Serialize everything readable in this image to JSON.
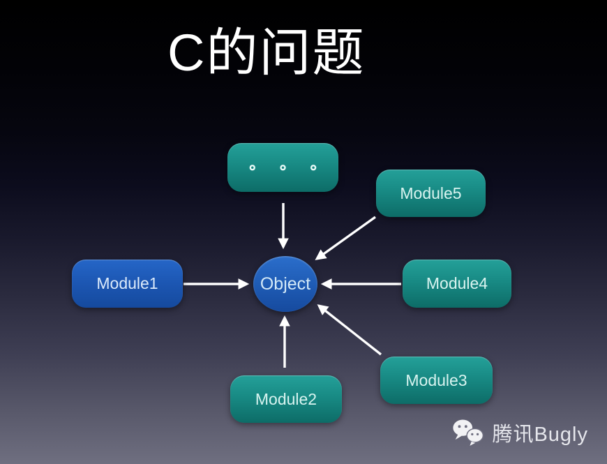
{
  "slide": {
    "title": "C的问题",
    "background_top_color": "#000000",
    "background_bottom_color": "#6f6f80"
  },
  "diagram": {
    "center_node": {
      "id": "object",
      "label": "Object",
      "shape": "circle",
      "fill": "#1f5cb5"
    },
    "nodes": [
      {
        "id": "more-modules",
        "label": "∘ ∘ ∘",
        "color": "teal"
      },
      {
        "id": "module5",
        "label": "Module5",
        "color": "teal"
      },
      {
        "id": "module1",
        "label": "Module1",
        "color": "blue"
      },
      {
        "id": "module4",
        "label": "Module4",
        "color": "teal"
      },
      {
        "id": "module2",
        "label": "Module2",
        "color": "teal"
      },
      {
        "id": "module3",
        "label": "Module3",
        "color": "teal"
      }
    ],
    "edges": [
      {
        "from": "more-modules",
        "to": "object"
      },
      {
        "from": "module5",
        "to": "object"
      },
      {
        "from": "module1",
        "to": "object"
      },
      {
        "from": "module4",
        "to": "object"
      },
      {
        "from": "module2",
        "to": "object"
      },
      {
        "from": "module3",
        "to": "object"
      }
    ],
    "colors": {
      "teal_top": "#24a099",
      "teal_bottom": "#0d6c67",
      "blue_top": "#2566c7",
      "blue_bottom": "#154a9e",
      "arrow": "#ffffff"
    }
  },
  "watermark": {
    "icon": "wechat-icon",
    "label": "腾讯Bugly"
  }
}
